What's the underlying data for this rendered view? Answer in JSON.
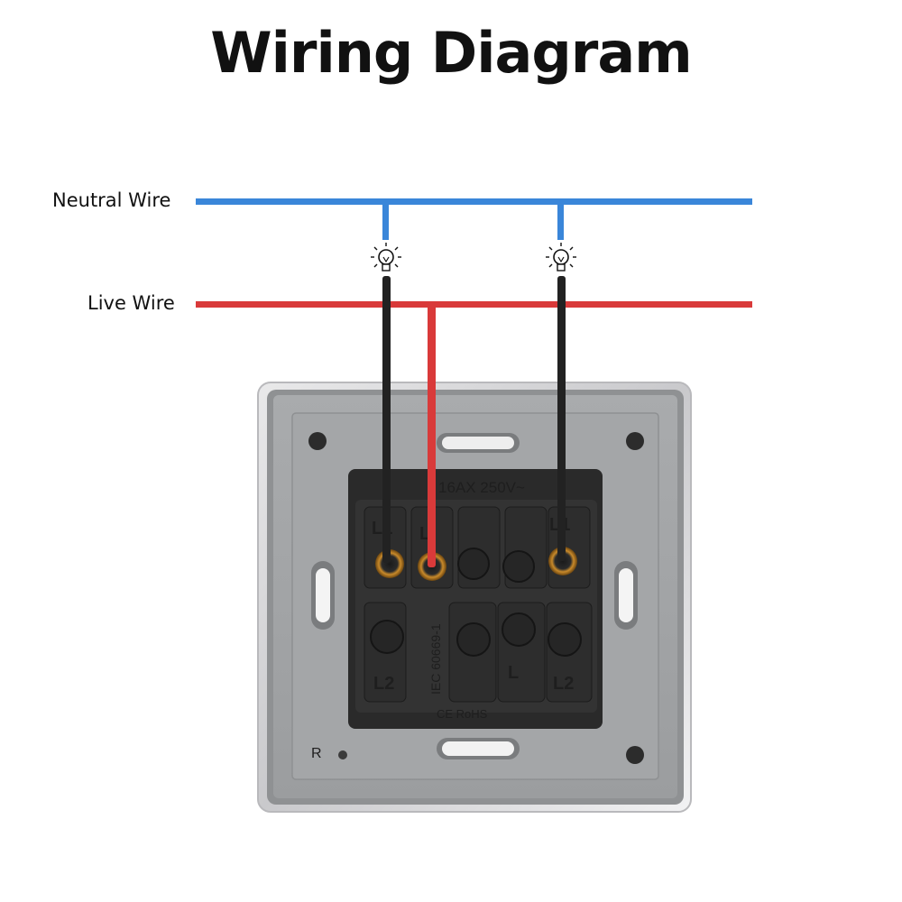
{
  "title": "Wiring Diagram",
  "wires": {
    "neutral_label": "Neutral Wire",
    "live_label": "Live Wire",
    "neutral_color": "#3a86d9",
    "live_color": "#d93a3a",
    "load_color": "#222222"
  },
  "switch": {
    "rating": "16AX 250V~",
    "standard": "IEC 60669-1",
    "certs": "CE RoHS",
    "terminals_top": [
      "L1",
      "L",
      "",
      "",
      "L1"
    ],
    "terminals_bottom": [
      "L2",
      "",
      "",
      "L",
      "L2"
    ],
    "corner_mark": "R"
  },
  "icons": [
    "lamp-icon",
    "lamp-icon"
  ]
}
